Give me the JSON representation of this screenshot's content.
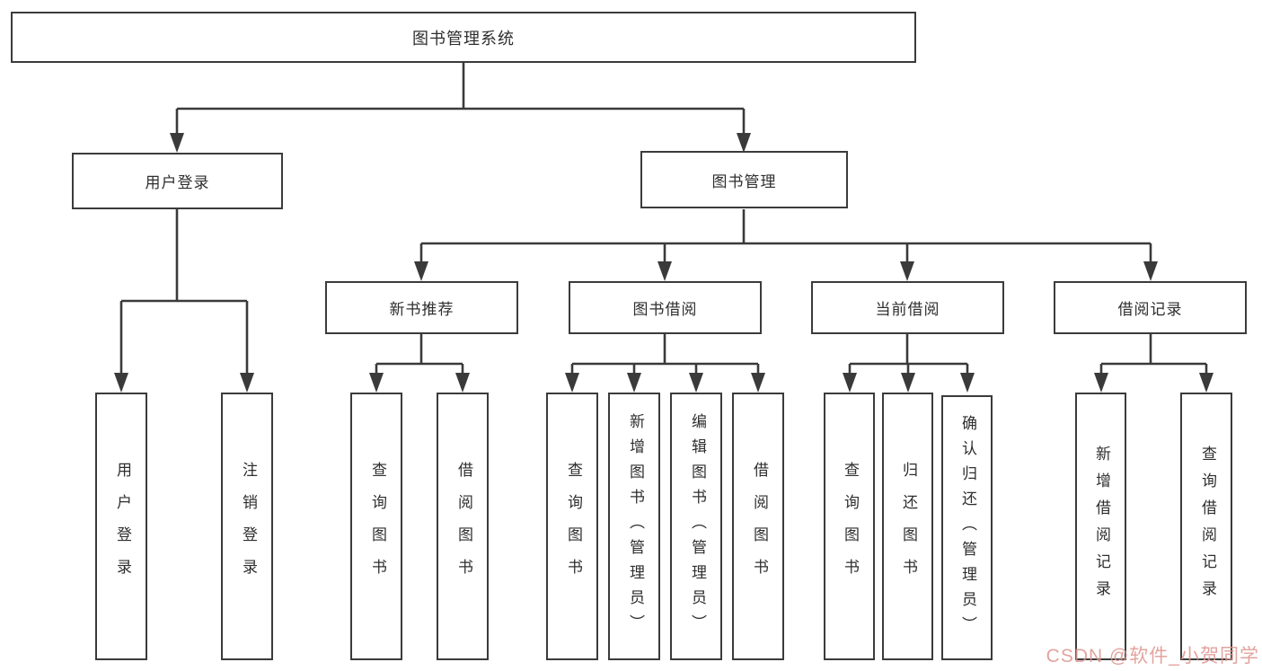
{
  "diagram": {
    "title": "图书管理系统",
    "line_color": "#3a3a3a",
    "box_border_color": "#3b3b3b",
    "text_color": "#2e2e2e",
    "level2": {
      "user_login": "用户登录",
      "book_management": "图书管理"
    },
    "level3": {
      "new_book_recommend": "新书推荐",
      "book_borrow": "图书借阅",
      "current_borrow": "当前借阅",
      "borrow_records": "借阅记录"
    },
    "leaves": {
      "user_login": [
        "用户登录",
        "注销登录"
      ],
      "new_book_recommend": [
        "查询图书",
        "借阅图书"
      ],
      "book_borrow": [
        "查询图书",
        "新增图书（管理员）",
        "编辑图书（管理员）",
        "借阅图书"
      ],
      "current_borrow": [
        "查询图书",
        "归还图书",
        "确认归还（管理员）"
      ],
      "borrow_records": [
        "新增借阅记录",
        "查询借阅记录"
      ]
    }
  },
  "watermark": {
    "text": "CSDN @软件_小贺同学",
    "color": "#dd948e"
  }
}
